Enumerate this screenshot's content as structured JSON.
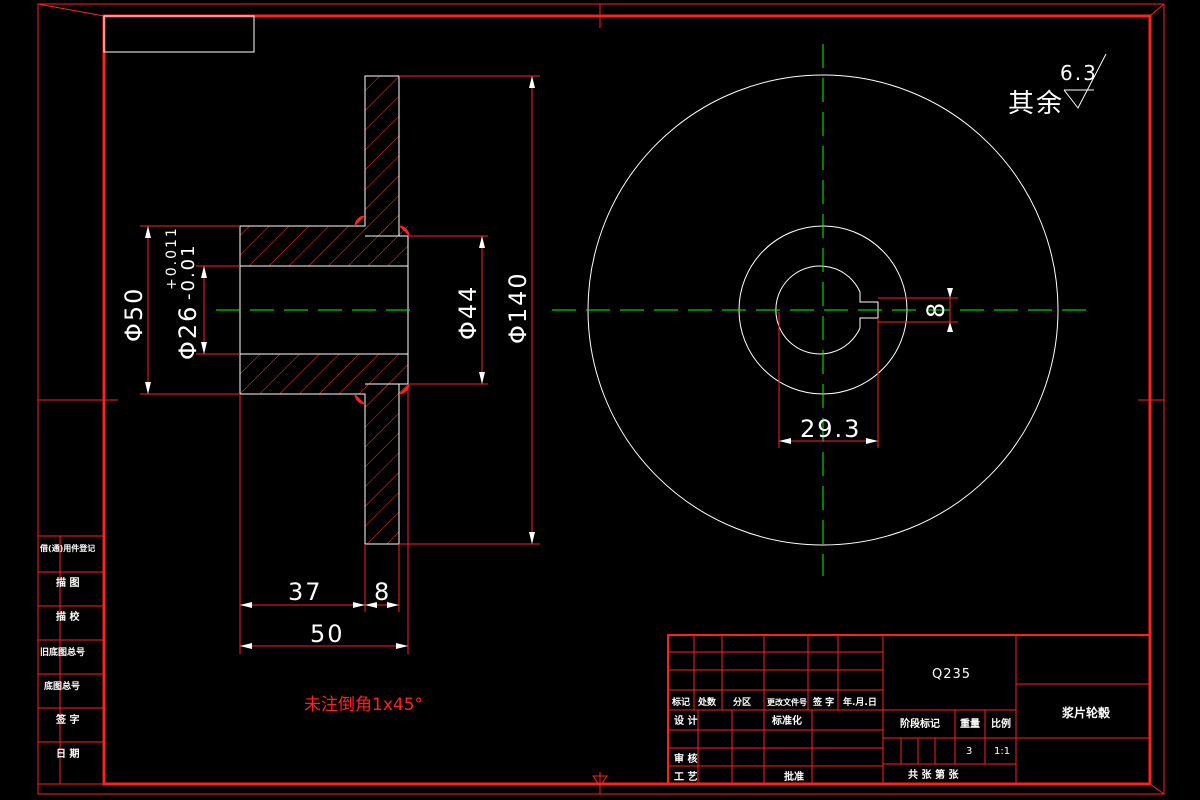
{
  "dimensions": {
    "d50": "Φ50",
    "d26": "Φ26",
    "tol_upper": "+0.011",
    "tol_lower": "-0.01",
    "d44": "Φ44",
    "d140": "Φ140",
    "len37": "37",
    "len8": "8",
    "len50": "50",
    "keyway_width": "8",
    "keyway_depth": "29.3"
  },
  "roughness": {
    "label": "其余",
    "value": "6.3"
  },
  "note": "未注倒角1x45°",
  "side_table": [
    "借(通)用件登记",
    "描 图",
    "描 校",
    "旧底图总号",
    "底图总号",
    "签 字",
    "日 期"
  ],
  "title_block": {
    "material": "Q235",
    "part_name": "浆片轮毂",
    "header_row": [
      "标记",
      "处数",
      "分区",
      "更改文件号",
      "签 字",
      "年.月.日"
    ],
    "design": "设 计",
    "standardize": "标准化",
    "review": "审 核",
    "process": "工 艺",
    "approve": "批准",
    "stage_mark": "阶段标记",
    "weight": "重量",
    "scale": "比例",
    "weight_value": "3",
    "scale_value": "1:1",
    "sheets": "共 张 第 张"
  }
}
